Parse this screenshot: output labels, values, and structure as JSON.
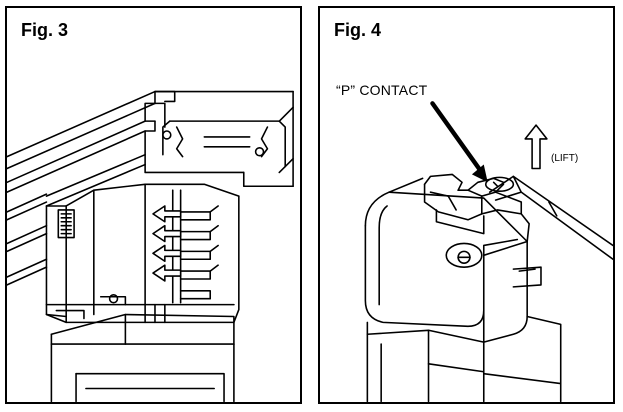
{
  "figures": [
    {
      "label": "Fig. 3"
    },
    {
      "label": "Fig. 4",
      "callout": "“P” CONTACT",
      "direction_label": "(LIFT)"
    }
  ],
  "colors": {
    "line": "#000000",
    "background": "#ffffff"
  },
  "icons": [
    "insertion-arrow-icon",
    "lift-arrow-icon",
    "pointer-arrow-icon"
  ]
}
